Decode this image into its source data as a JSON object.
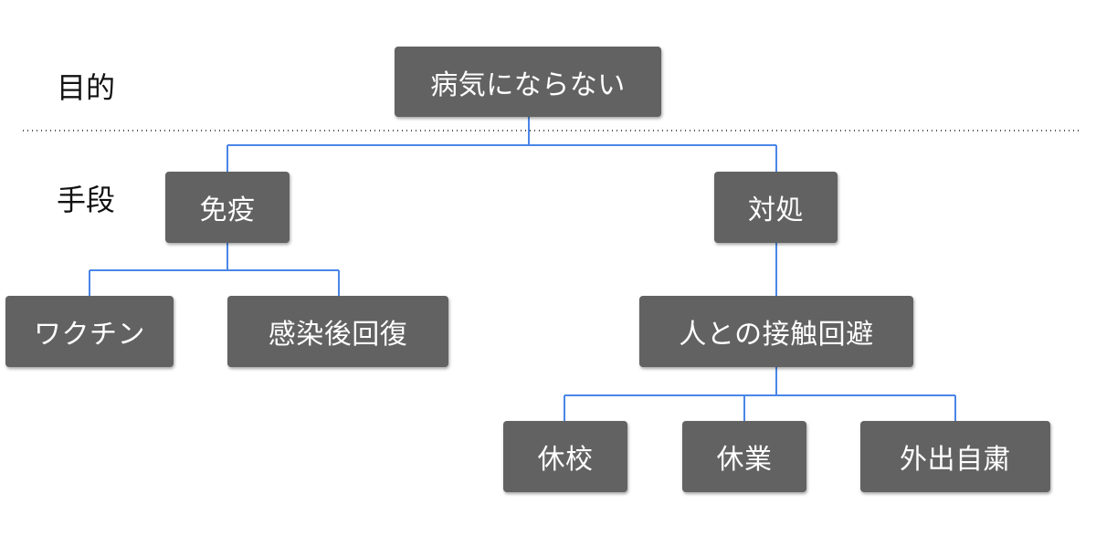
{
  "labels": {
    "purpose": "目的",
    "means": "手段"
  },
  "nodes": {
    "root": "病気にならない",
    "immunity": "免疫",
    "response": "対処",
    "vaccine": "ワクチン",
    "recovery": "感染後回復",
    "avoid_contact": "人との接触回避",
    "school_closure": "休校",
    "business_closure": "休業",
    "stay_home": "外出自粛"
  },
  "colors": {
    "node_fill": "#626262",
    "node_text": "#ffffff",
    "connector": "#4a86e8",
    "divider": "#555555"
  }
}
